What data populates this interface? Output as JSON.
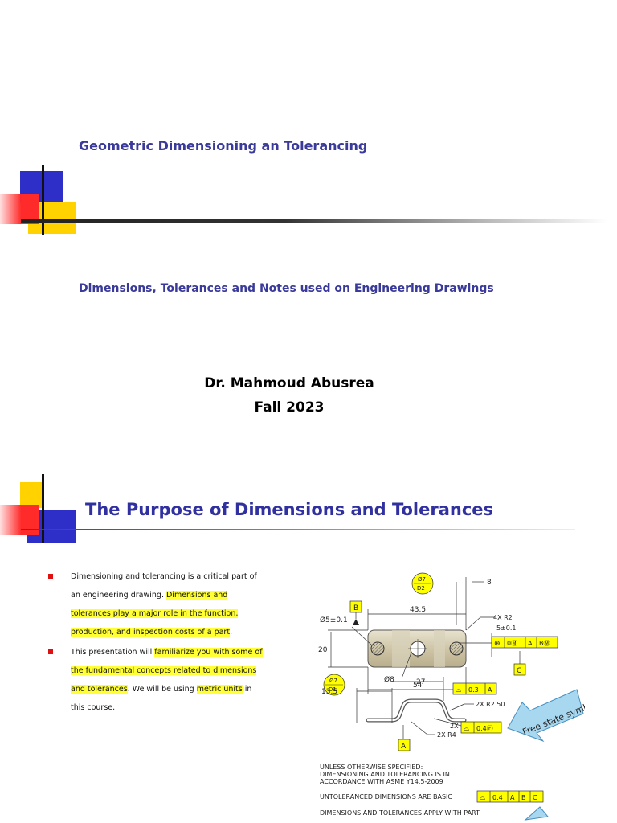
{
  "slide1": {
    "title": "Geometric Dimensioning an Tolerancing",
    "subtitle": "Dimensions, Tolerances and Notes used on Engineering Drawings",
    "author": "Dr. Mahmoud Abusrea",
    "term": "Fall 2023"
  },
  "slide2": {
    "title": "The Purpose of Dimensions and Tolerances",
    "bullet1": {
      "part1": "Dimensioning and tolerancing is a critical part of an engineering drawing. ",
      "highlight": "Dimensions and tolerances play a major role in the function, production, and inspection costs of a part",
      "part2": "."
    },
    "bullet2": {
      "part1": "This presentation will ",
      "highlight1": "familiarize you with some of the fundamental concepts related to dimensions and tolerances",
      "part2": ".  We will be using ",
      "highlight2": "metric units",
      "part3": " in this course."
    },
    "drawing": {
      "dim_43_5": "43.5",
      "dim_8": "8",
      "hole_dia": "Ø5±0.1",
      "radius_4x": "4X R2",
      "pos_tol": "5±0.1",
      "dim_20": "20",
      "dia_8": "Ø8",
      "dim_54": "54",
      "datum_b": "B",
      "datum_c": "C",
      "datum_a": "A",
      "d1": "D1",
      "d2": "D2",
      "d_num": "Ø7",
      "fcf_pos": [
        "⊕",
        "0Ⓜ",
        "A",
        "BⓂ"
      ],
      "dim_13_5": "13.5",
      "dim_27": "27",
      "radius_250": "2X R2.50",
      "radius_4": "2X R4",
      "two_x": "2X",
      "profile_03": [
        "⌓",
        "0.3",
        "A"
      ],
      "profile_04f": [
        "⌓",
        "0.4Ⓕ"
      ],
      "free_state": "Free state symbol",
      "note1": "UNLESS OTHERWISE SPECIFIED:",
      "note2": "DIMENSIONING AND TOLERANCING IS IN",
      "note3": "ACCORDANCE WITH ASME Y14.5-2009",
      "note4": "UNTOLERANCED DIMENSIONS ARE BASIC",
      "profile_note": [
        "⌓",
        "0.4",
        "A",
        "B",
        "C"
      ],
      "note5": "DIMENSIONS AND TOLERANCES APPLY WITH PART"
    }
  }
}
